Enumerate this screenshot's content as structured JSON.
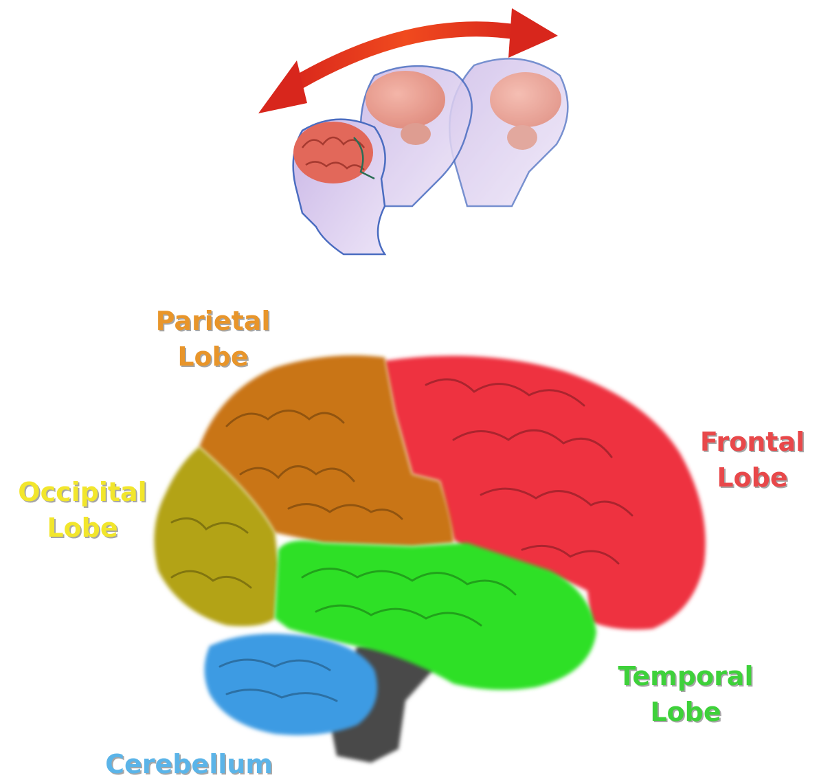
{
  "labels": {
    "parietal": {
      "line1": "Parietal",
      "line2": "Lobe",
      "color": "#E8952A"
    },
    "frontal": {
      "line1": "Frontal",
      "line2": "Lobe",
      "color": "#E8484A"
    },
    "occipital": {
      "line1": "Occipital",
      "line2": "Lobe",
      "color": "#F2E62C"
    },
    "temporal": {
      "line1": "Temporal",
      "line2": "Lobe",
      "color": "#3ED13A"
    },
    "cerebellum": {
      "line1": "Cerebellum",
      "color": "#5BB4E8"
    }
  },
  "region_colors": {
    "frontal": "#EE3340",
    "parietal": "#C97512",
    "occipital": "#B3A312",
    "temporal": "#2FE028",
    "cerebellum": "#3C9BE3",
    "brainstem": "#4A4A4A"
  },
  "icons": [
    "whiplash-arrow-icon",
    "head-profile-icon",
    "brain-icon"
  ]
}
